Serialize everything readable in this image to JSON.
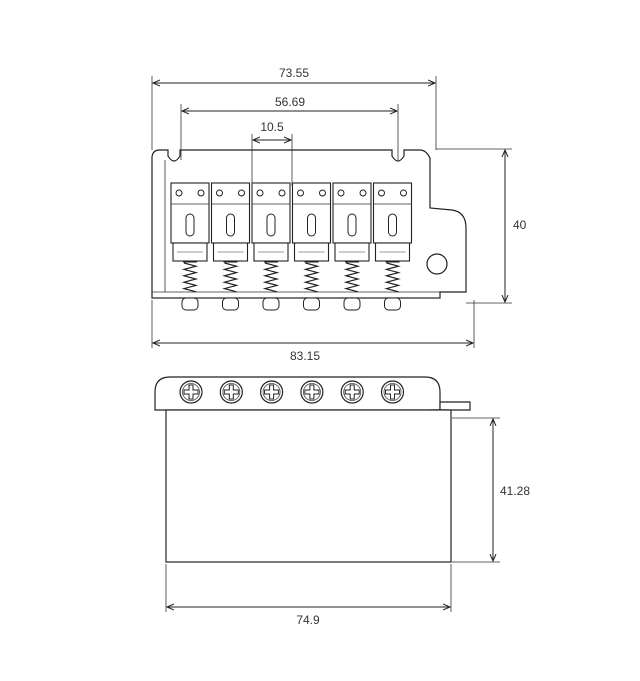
{
  "top_view": {
    "dim_overall_top": "73.55",
    "dim_screw_span": "56.69",
    "dim_saddle_spacing": "10.5",
    "dim_height": "40",
    "dim_base_length": "83.15",
    "saddle_count": 6
  },
  "side_view": {
    "dim_block_height": "41.28",
    "dim_block_width": "74.9",
    "screw_count": 6
  }
}
